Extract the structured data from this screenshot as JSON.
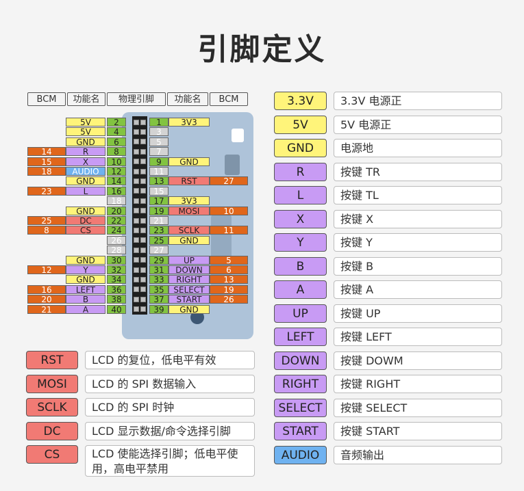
{
  "title": "引脚定义",
  "colors": {
    "bcm": "#e0661b",
    "func": "#fff47a",
    "phys": "#82c341",
    "phys_gray": "#d3d3d3",
    "button": "#c89bf4",
    "lcd": "#f17a74",
    "power": "#fff47a",
    "audio": "#6fb2f0"
  },
  "header": {
    "bcm_left": "BCM",
    "func_left": "功能名",
    "phys": "物理引脚",
    "func_right": "功能名",
    "bcm_right": "BCM"
  },
  "pins": [
    {
      "left": {
        "n": "2",
        "gray": false,
        "func": "5V",
        "fc": "power",
        "bcm": ""
      },
      "right": {
        "n": "1",
        "gray": false,
        "func": "3V3",
        "fc": "power",
        "bcm": ""
      }
    },
    {
      "left": {
        "n": "4",
        "gray": false,
        "func": "5V",
        "fc": "power",
        "bcm": ""
      },
      "right": {
        "n": "3",
        "gray": true,
        "func": "",
        "fc": "",
        "bcm": ""
      }
    },
    {
      "left": {
        "n": "6",
        "gray": false,
        "func": "GND",
        "fc": "power",
        "bcm": ""
      },
      "right": {
        "n": "5",
        "gray": true,
        "func": "",
        "fc": "",
        "bcm": ""
      }
    },
    {
      "left": {
        "n": "8",
        "gray": false,
        "func": "R",
        "fc": "button",
        "bcm": "14"
      },
      "right": {
        "n": "7",
        "gray": true,
        "func": "",
        "fc": "",
        "bcm": ""
      }
    },
    {
      "left": {
        "n": "10",
        "gray": false,
        "func": "X",
        "fc": "button",
        "bcm": "15"
      },
      "right": {
        "n": "9",
        "gray": false,
        "func": "GND",
        "fc": "power",
        "bcm": ""
      }
    },
    {
      "left": {
        "n": "12",
        "gray": false,
        "func": "AUDIO",
        "fc": "audio",
        "bcm": "18"
      },
      "right": {
        "n": "11",
        "gray": true,
        "func": "",
        "fc": "",
        "bcm": ""
      }
    },
    {
      "left": {
        "n": "14",
        "gray": false,
        "func": "GND",
        "fc": "power",
        "bcm": ""
      },
      "right": {
        "n": "13",
        "gray": false,
        "func": "RST",
        "fc": "lcd",
        "bcm": "27"
      }
    },
    {
      "left": {
        "n": "16",
        "gray": false,
        "func": "L",
        "fc": "button",
        "bcm": "23"
      },
      "right": {
        "n": "15",
        "gray": true,
        "func": "",
        "fc": "",
        "bcm": ""
      }
    },
    {
      "left": {
        "n": "18",
        "gray": true,
        "func": "",
        "fc": "",
        "bcm": ""
      },
      "right": {
        "n": "17",
        "gray": false,
        "func": "3V3",
        "fc": "power",
        "bcm": ""
      }
    },
    {
      "left": {
        "n": "20",
        "gray": false,
        "func": "GND",
        "fc": "power",
        "bcm": ""
      },
      "right": {
        "n": "19",
        "gray": false,
        "func": "MOSI",
        "fc": "lcd",
        "bcm": "10"
      }
    },
    {
      "left": {
        "n": "22",
        "gray": false,
        "func": "DC",
        "fc": "lcd",
        "bcm": "25"
      },
      "right": {
        "n": "21",
        "gray": true,
        "func": "",
        "fc": "",
        "bcm": ""
      }
    },
    {
      "left": {
        "n": "24",
        "gray": false,
        "func": "CS",
        "fc": "lcd",
        "bcm": "8"
      },
      "right": {
        "n": "23",
        "gray": false,
        "func": "SCLK",
        "fc": "lcd",
        "bcm": "11"
      }
    },
    {
      "left": {
        "n": "26",
        "gray": true,
        "func": "",
        "fc": "",
        "bcm": ""
      },
      "right": {
        "n": "25",
        "gray": false,
        "func": "GND",
        "fc": "power",
        "bcm": ""
      }
    },
    {
      "left": {
        "n": "28",
        "gray": true,
        "func": "",
        "fc": "",
        "bcm": ""
      },
      "right": {
        "n": "27",
        "gray": true,
        "func": "",
        "fc": "",
        "bcm": ""
      }
    },
    {
      "left": {
        "n": "30",
        "gray": false,
        "func": "GND",
        "fc": "power",
        "bcm": ""
      },
      "right": {
        "n": "29",
        "gray": false,
        "func": "UP",
        "fc": "button",
        "bcm": "5"
      }
    },
    {
      "left": {
        "n": "32",
        "gray": false,
        "func": "Y",
        "fc": "button",
        "bcm": "12"
      },
      "right": {
        "n": "31",
        "gray": false,
        "func": "DOWN",
        "fc": "button",
        "bcm": "6"
      }
    },
    {
      "left": {
        "n": "34",
        "gray": false,
        "func": "GND",
        "fc": "power",
        "bcm": ""
      },
      "right": {
        "n": "33",
        "gray": false,
        "func": "RIGHT",
        "fc": "button",
        "bcm": "13"
      }
    },
    {
      "left": {
        "n": "36",
        "gray": false,
        "func": "LEFT",
        "fc": "button",
        "bcm": "16"
      },
      "right": {
        "n": "35",
        "gray": false,
        "func": "SELECT",
        "fc": "button",
        "bcm": "19"
      }
    },
    {
      "left": {
        "n": "38",
        "gray": false,
        "func": "B",
        "fc": "button",
        "bcm": "20"
      },
      "right": {
        "n": "37",
        "gray": false,
        "func": "START",
        "fc": "button",
        "bcm": "26"
      }
    },
    {
      "left": {
        "n": "40",
        "gray": false,
        "func": "A",
        "fc": "button",
        "bcm": "21"
      },
      "right": {
        "n": "39",
        "gray": false,
        "func": "GND",
        "fc": "power",
        "bcm": ""
      }
    }
  ],
  "lcd_legend": [
    {
      "label": "RST",
      "desc": "LCD 的复位，低电平有效"
    },
    {
      "label": "MOSI",
      "desc": "LCD 的 SPI 数据输入"
    },
    {
      "label": "SCLK",
      "desc": "LCD 的 SPI 时钟"
    },
    {
      "label": "DC",
      "desc": "LCD 显示数据/命令选择引脚"
    },
    {
      "label": "CS",
      "desc": "LCD 使能选择引脚；低电平使用，高电平禁用"
    }
  ],
  "right_legend": [
    {
      "label": "3.3V",
      "desc": "3.3V 电源正",
      "kind": "power"
    },
    {
      "label": "5V",
      "desc": "5V 电源正",
      "kind": "power"
    },
    {
      "label": "GND",
      "desc": "电源地",
      "kind": "power"
    },
    {
      "label": "R",
      "desc": "按键 TR",
      "kind": "button"
    },
    {
      "label": "L",
      "desc": "按键 TL",
      "kind": "button"
    },
    {
      "label": "X",
      "desc": "按键 X",
      "kind": "button"
    },
    {
      "label": "Y",
      "desc": "按键 Y",
      "kind": "button"
    },
    {
      "label": "B",
      "desc": "按键 B",
      "kind": "button"
    },
    {
      "label": "A",
      "desc": "按键 A",
      "kind": "button"
    },
    {
      "label": "UP",
      "desc": "按键 UP",
      "kind": "button"
    },
    {
      "label": "LEFT",
      "desc": "按键 LEFT",
      "kind": "button"
    },
    {
      "label": "DOWN",
      "desc": "按键 DOWM",
      "kind": "button"
    },
    {
      "label": "RIGHT",
      "desc": "按键 RIGHT",
      "kind": "button"
    },
    {
      "label": "SELECT",
      "desc": "按键 SELECT",
      "kind": "button"
    },
    {
      "label": "START",
      "desc": "按键 START",
      "kind": "button"
    },
    {
      "label": "AUDIO",
      "desc": "音频输出",
      "kind": "audio"
    }
  ]
}
